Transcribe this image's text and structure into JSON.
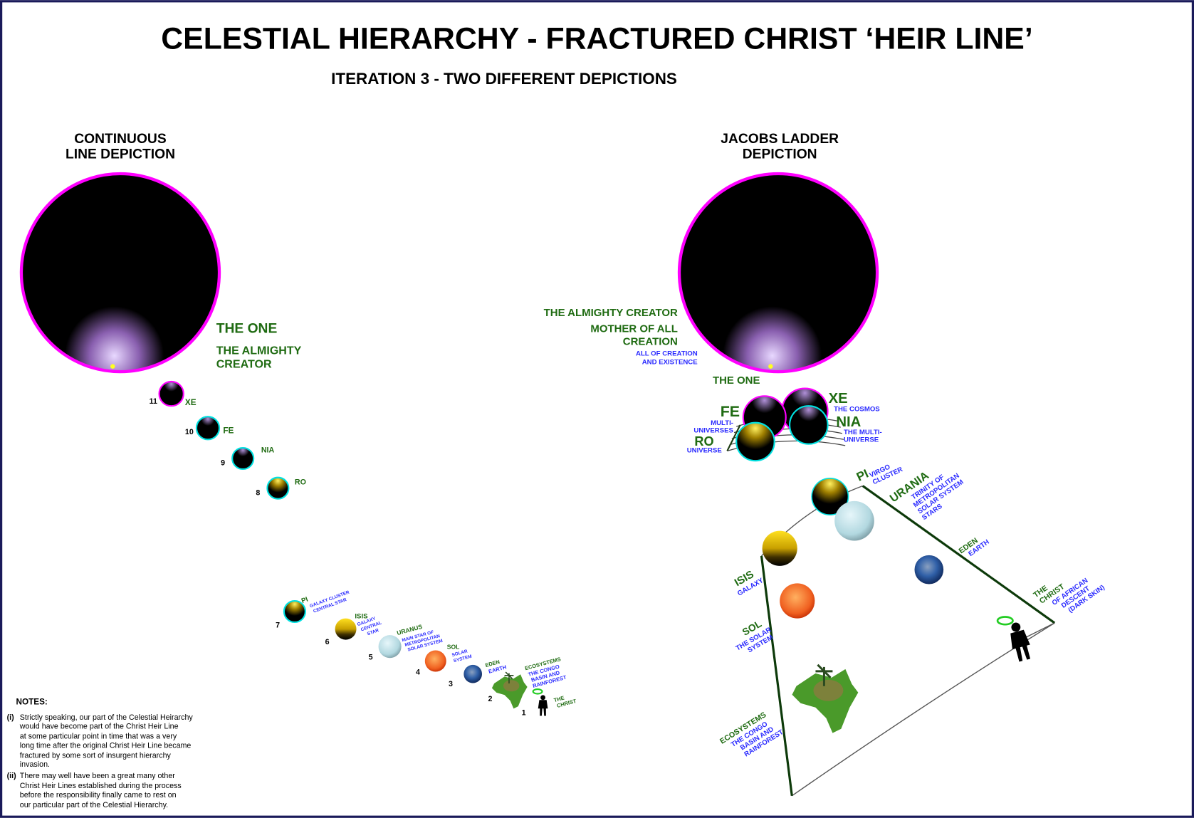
{
  "title": "CELESTIAL HIERARCHY - FRACTURED CHRIST ‘HEIR LINE’",
  "subtitle": "ITERATION 3 - TWO DIFFERENT DEPICTIONS",
  "left": {
    "heading": [
      "CONTINUOUS",
      "LINE DEPICTION"
    ],
    "the_one": "THE ONE",
    "creator": [
      "THE ALMIGHTY",
      "CREATOR"
    ],
    "items": [
      {
        "num": "11",
        "name": "XE"
      },
      {
        "num": "10",
        "name": "FE"
      },
      {
        "num": "9",
        "name": "NIA"
      },
      {
        "num": "8",
        "name": "RO"
      },
      {
        "num": "7",
        "name": "PI",
        "desc": [
          "GALAXY CLUSTER",
          "CENTRAL STAR"
        ]
      },
      {
        "num": "6",
        "name": "ISIS",
        "desc": [
          "GALAXY",
          "CENTRAL",
          "STAR"
        ]
      },
      {
        "num": "5",
        "name": "URANUS",
        "desc": [
          "MAIN STAR OF",
          "METROPOLITAN",
          "SOLAR SYSTEM"
        ]
      },
      {
        "num": "4",
        "name": "SOL",
        "desc": [
          "SOLAR",
          "SYSTEM"
        ]
      },
      {
        "num": "3",
        "name": "EDEN",
        "desc": [
          "EARTH"
        ]
      },
      {
        "num": "2",
        "name": "ECOSYSTEMS",
        "desc": [
          "THE CONGO",
          "BASIN AND",
          "RAINFOREST"
        ]
      },
      {
        "num": "1",
        "name": "THE",
        "desc": [
          "CHRIST"
        ]
      }
    ]
  },
  "right": {
    "heading": [
      "JACOBS LADDER",
      "DEPICTION"
    ],
    "creator": "THE ALMIGHTY CREATOR",
    "mother": [
      "MOTHER OF ALL",
      "CREATION"
    ],
    "all_creation": [
      "ALL OF CREATION",
      "AND EXISTENCE"
    ],
    "the_one": "THE ONE",
    "fe": {
      "name": "FE",
      "desc": [
        "MULTI-",
        "UNIVERSES"
      ]
    },
    "ro": {
      "name": "RO",
      "desc": "UNIVERSE"
    },
    "xe": {
      "name": "XE",
      "desc": "THE COSMOS"
    },
    "nia": {
      "name": "NIA",
      "desc": [
        "THE MULTI-",
        "UNIVERSE"
      ]
    },
    "pi": {
      "name": "PI",
      "desc": [
        "VIRGO",
        "CLUSTER"
      ]
    },
    "urania": {
      "name": "URANIA",
      "desc": [
        "TRINITY OF",
        "METROPOLITAN",
        "SOLAR SYSTEM",
        "STARS"
      ]
    },
    "eden": {
      "name": "EDEN",
      "desc": "EARTH"
    },
    "christ": {
      "name": [
        "THE",
        "CHRIST"
      ],
      "desc": [
        "OF AFRICAN",
        "DESCENT",
        "(DARK SKIN)"
      ]
    },
    "isis": {
      "name": "ISIS",
      "desc": "GALAXY"
    },
    "sol": {
      "name": "SOL",
      "desc": [
        "THE SOLAR",
        "SYSTEM"
      ]
    },
    "eco": {
      "name": "ECOSYSTEMS",
      "desc": [
        "THE CONGO",
        "BASIN AND",
        "RAINFOREST"
      ]
    }
  },
  "notes": {
    "heading": "NOTES:",
    "items": [
      {
        "marker": "(i)",
        "lines": [
          "Strictly speaking, our part of the Celestial Heirarchy",
          "would have become part of the Christ Heir Line",
          "at some particular point in time that was a very",
          "long time after the original Christ Heir Line became",
          "fractured by some sort of insurgent hierarchy",
          "invasion."
        ]
      },
      {
        "marker": "(ii)",
        "lines": [
          "There may well have been a great many other",
          "Christ Heir Lines established during the process",
          "before the responsibility finally came to rest on",
          "our particular part of the Celestial Hierarchy."
        ]
      }
    ]
  },
  "colors": {
    "green": "#1f6b12",
    "blue": "#2a2aff",
    "magenta": "#ff00ff",
    "cyan": "#00e0e0",
    "frame": "#1a1a5a"
  }
}
